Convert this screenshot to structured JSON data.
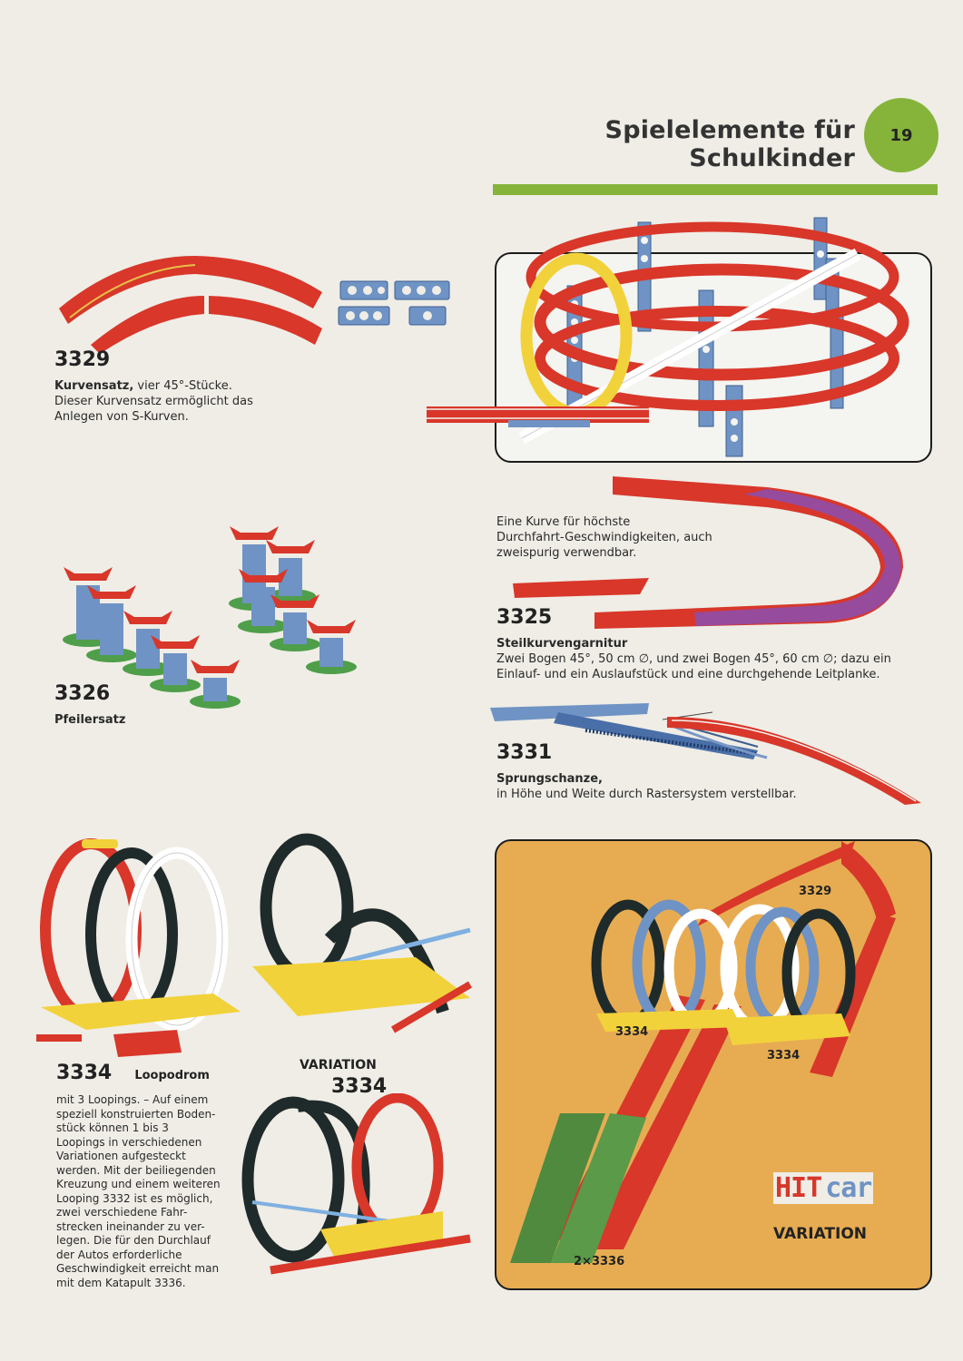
{
  "header": {
    "title": "Spielelemente für Schulkinder",
    "page_number": "19"
  },
  "products": {
    "p3329": {
      "code": "3329",
      "name": "Kurvensatz,",
      "desc_rest": " vier 45°-Stücke.",
      "line2": "Dieser Kurvensatz ermöglicht das",
      "line3": "Anlegen von S-Kurven."
    },
    "p3326": {
      "code": "3326",
      "name": "Pfeilersatz"
    },
    "p3325": {
      "intro1": "Eine Kurve für höchste",
      "intro2": "Durchfahrt-Geschwindigkeiten, auch",
      "intro3": "zweispurig verwendbar.",
      "code": "3325",
      "name": "Steilkurvengarnitur",
      "line1": "Zwei Bogen 45°, 50 cm ∅, und zwei Bogen 45°, 60 cm ∅; dazu ein",
      "line2": "Einlauf- und ein Auslaufstück und eine durchgehende Leitplanke."
    },
    "p3331": {
      "code": "3331",
      "name": "Sprungschanze,",
      "line1": "in Höhe und Weite durch Rastersystem verstellbar."
    },
    "p3334": {
      "code": "3334",
      "name": "Loopodrom",
      "lines": [
        "mit 3 Loopings. – Auf einem",
        "speziell konstruierten Boden-",
        "stück können 1 bis 3",
        "Loopings in verschiedenen",
        "Variationen aufgesteckt",
        "werden. Mit der beiliegenden",
        "Kreuzung und einem weiteren",
        "Looping 3332 ist es möglich,",
        "zwei verschiedene Fahr-",
        "strecken ineinander zu ver-",
        "legen. Die für den Durchlauf",
        "der Autos erforderliche",
        "Geschwindigkeit erreicht man",
        "mit dem Katapult 3336."
      ]
    },
    "variation": {
      "label": "VARIATION",
      "code": "3334"
    }
  },
  "layout_photo": {
    "label_3329": "3329",
    "label_3334_left": "3334",
    "label_3334_right": "3334",
    "label_3336": "2×3336",
    "brand_hit": "HIT",
    "brand_car": "car",
    "brand_variation": "VARIATION"
  },
  "colors": {
    "accent_green": "#86b43a",
    "track_red": "#d8372a",
    "support_blue": "#6f93c4",
    "base_yellow": "#f2d23a",
    "photo_orange": "#e7ac52"
  }
}
